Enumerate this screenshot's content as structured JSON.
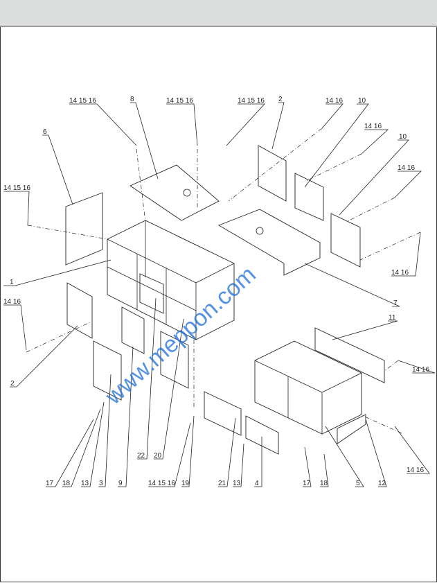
{
  "diagram": {
    "watermark": "www.meppon.com",
    "callouts": [
      {
        "id": "c1",
        "text": "14 15 16"
      },
      {
        "id": "c2",
        "text": "8"
      },
      {
        "id": "c3",
        "text": "14 15 16"
      },
      {
        "id": "c4",
        "text": "14 15 16"
      },
      {
        "id": "c5",
        "text": "2"
      },
      {
        "id": "c6",
        "text": "14 16"
      },
      {
        "id": "c7",
        "text": "10"
      },
      {
        "id": "c8",
        "text": "14  16"
      },
      {
        "id": "c9",
        "text": "10"
      },
      {
        "id": "c10",
        "text": "6"
      },
      {
        "id": "c11",
        "text": "14 15 16"
      },
      {
        "id": "c12",
        "text": "14  16"
      },
      {
        "id": "c13",
        "text": "1"
      },
      {
        "id": "c14",
        "text": "14  16"
      },
      {
        "id": "c15",
        "text": "7"
      },
      {
        "id": "c16",
        "text": "14 16"
      },
      {
        "id": "c17",
        "text": "2"
      },
      {
        "id": "c18",
        "text": "11"
      },
      {
        "id": "c19",
        "text": "14  16"
      },
      {
        "id": "c20",
        "text": "14  16"
      },
      {
        "id": "c21",
        "text": "22"
      },
      {
        "id": "c22",
        "text": "20"
      },
      {
        "id": "c23",
        "text": "17"
      },
      {
        "id": "c24",
        "text": "18"
      },
      {
        "id": "c25",
        "text": "13"
      },
      {
        "id": "c26",
        "text": "3"
      },
      {
        "id": "c27",
        "text": "9"
      },
      {
        "id": "c28",
        "text": "14 15 16"
      },
      {
        "id": "c29",
        "text": "19"
      },
      {
        "id": "c30",
        "text": "21"
      },
      {
        "id": "c31",
        "text": "13"
      },
      {
        "id": "c32",
        "text": "4"
      },
      {
        "id": "c33",
        "text": "17"
      },
      {
        "id": "c34",
        "text": "18"
      },
      {
        "id": "c35",
        "text": "5"
      },
      {
        "id": "c36",
        "text": "12"
      }
    ]
  }
}
